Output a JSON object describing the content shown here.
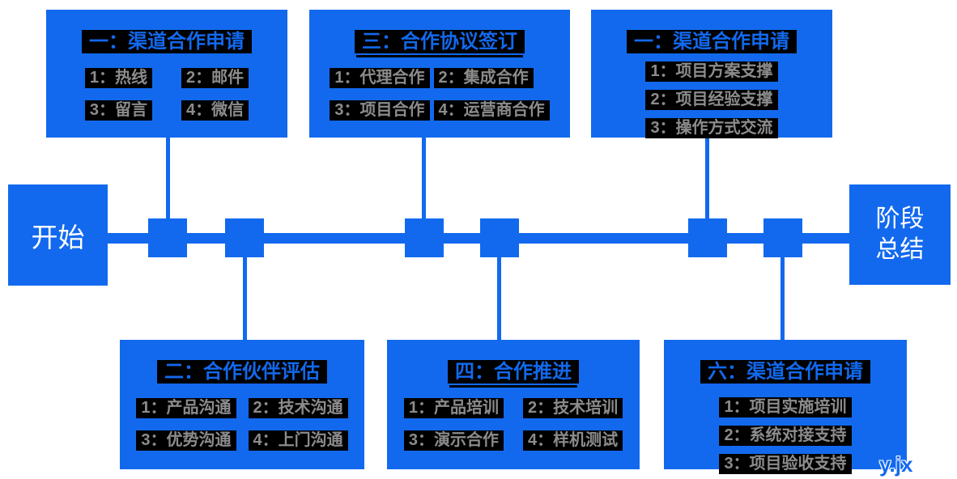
{
  "diagram": {
    "start": {
      "label": "开始"
    },
    "end": {
      "label_line1": "阶段",
      "label_line2": "总结"
    },
    "boxes": {
      "top1": {
        "title": "一：渠道合作申请",
        "items": [
          "1：热线",
          "2：邮件",
          "3：留言",
          "4：微信"
        ]
      },
      "top2": {
        "title": "三：合作协议签订",
        "items": [
          "1：代理合作",
          "2：集成合作",
          "3：项目合作",
          "4：运营商合作"
        ]
      },
      "top3": {
        "title": "一：渠道合作申请",
        "items": [
          "1：项目方案支撑",
          "2：项目经验支撑",
          "3：操作方式交流"
        ]
      },
      "bottom1": {
        "title": "二：合作伙伴评估",
        "items": [
          "1：产品沟通",
          "2：技术沟通",
          "3：优势沟通",
          "4：上门沟通"
        ]
      },
      "bottom2": {
        "title": "四：合作推进",
        "items": [
          "1：产品培训",
          "2：技术培训",
          "3：演示合作",
          "4：样机测试"
        ]
      },
      "bottom3": {
        "title": "六：渠道合作申请",
        "items": [
          "1：项目实施培训",
          "2：系统对接支持",
          "3：项目验收支持"
        ]
      }
    },
    "colors": {
      "primary_blue": "#1269EE",
      "highlight_black": "#000000",
      "item_text_gray": "#8C8C8C",
      "canvas_white": "#FFFFFF"
    },
    "watermark": {
      "text": "y.jx"
    }
  }
}
